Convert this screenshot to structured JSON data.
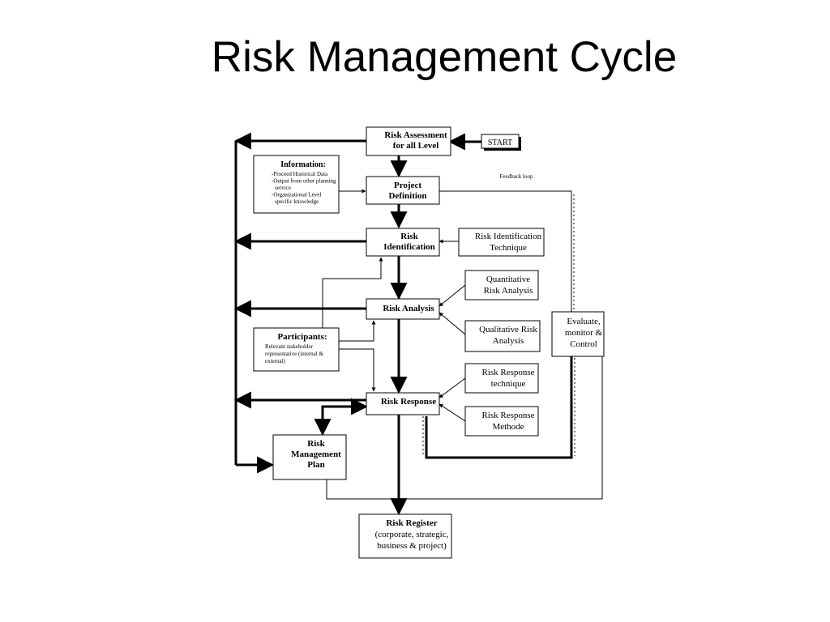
{
  "title": "Risk Management Cycle",
  "nodes": {
    "start": [
      "START"
    ],
    "risk_assessment": [
      "Risk Assessment",
      "for all Level"
    ],
    "information_heading": "Information:",
    "information_items": [
      "-Proceed Historical Data",
      "-Output from other planning",
      "service",
      "-Organizational Level",
      "specific knowledge"
    ],
    "project_definition": [
      "Project",
      "Definition"
    ],
    "feedback_loop": "Feedback loop",
    "risk_identification": [
      "Risk",
      "Identification"
    ],
    "risk_identification_technique": [
      "Risk Identification",
      "Technique"
    ],
    "quantitative": [
      "Quantitative",
      "Risk Analysis"
    ],
    "risk_analysis": [
      "Risk Analysis"
    ],
    "qualitative": [
      "Qualitative Risk",
      "Analysis"
    ],
    "evaluate": [
      "Evaluate,",
      "monitor &",
      "Control"
    ],
    "participants_heading": "Participants:",
    "participants_items": [
      "Relevant stakeholder",
      "representative (internal &",
      "external)"
    ],
    "risk_response_technique": [
      "Risk Response",
      "technique"
    ],
    "risk_response": [
      "Risk Response"
    ],
    "risk_response_methode": [
      "Risk Response",
      "Methode"
    ],
    "risk_management_plan": [
      "Risk",
      "Management",
      "Plan"
    ],
    "risk_register": [
      "Risk Register",
      "(corporate, strategic,",
      "business & project)"
    ]
  }
}
